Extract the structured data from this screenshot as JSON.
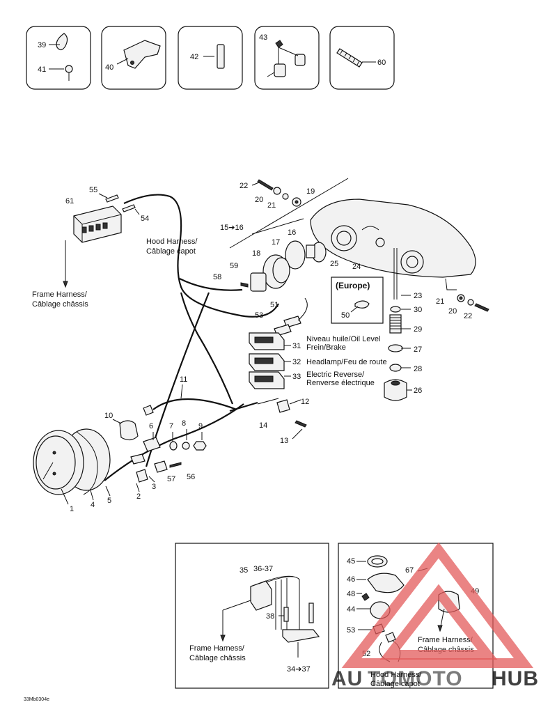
{
  "callouts": {
    "c1": "1",
    "c2": "2",
    "c3": "3",
    "c4": "4",
    "c5": "5",
    "c6": "6",
    "c7": "7",
    "c8": "8",
    "c9": "9",
    "c10": "10",
    "c11": "11",
    "c12": "12",
    "c13": "13",
    "c14": "14",
    "c15": "15➔16",
    "c16": "16",
    "c17": "17",
    "c18": "18",
    "c19": "19",
    "c20a": "20",
    "c20b": "20",
    "c21a": "21",
    "c21b": "21",
    "c22a": "22",
    "c22b": "22",
    "c23": "23",
    "c24": "24",
    "c25": "25",
    "c26": "26",
    "c27": "27",
    "c28": "28",
    "c29": "29",
    "c30": "30",
    "c31": "31",
    "c32": "32",
    "c33": "33",
    "c34": "34➔37",
    "c35": "35",
    "c36": "36-37",
    "c38": "38",
    "c39": "39",
    "c40": "40",
    "c41": "41",
    "c42": "42",
    "c43": "43",
    "c44": "44",
    "c45": "45",
    "c46": "46",
    "c48": "48",
    "c49": "49",
    "c50": "50",
    "c51": "51",
    "c52": "52",
    "c53a": "53",
    "c53b": "53",
    "c54": "54",
    "c55": "55",
    "c56": "56",
    "c57": "57",
    "c58": "58",
    "c59": "59",
    "c60": "60",
    "c61": "61",
    "c67": "67"
  },
  "captions": {
    "hood_1": "Hood Harness/",
    "hood_2": "Câblage capot",
    "frame_1": "Frame Harness/",
    "frame_2": "Câblage châssis",
    "frame_b1": "Frame Harness/",
    "frame_b2": "Câblage châssis",
    "frame_c1": "Frame Harness/",
    "frame_c2": "Câblage châssis",
    "hood_c1": "Hood Harness/",
    "hood_c2": "Câblage capot",
    "oil_1": "Niveau huile/Oil Level",
    "oil_2": "Frein/Brake",
    "headlamp": "Headlamp/Feu de route",
    "rev_1": "Electric Reverse/",
    "rev_2": "Renverse électrique",
    "europe": "(Europe)"
  },
  "drawing_code": "33Mb0304e",
  "watermark": {
    "text_left": "AU",
    "text_mid": "TOMOTO",
    "text_right": "HUB",
    "color_red": "#e35b5b",
    "color_orange": "#f2b24a",
    "color_gray": "#555555"
  }
}
